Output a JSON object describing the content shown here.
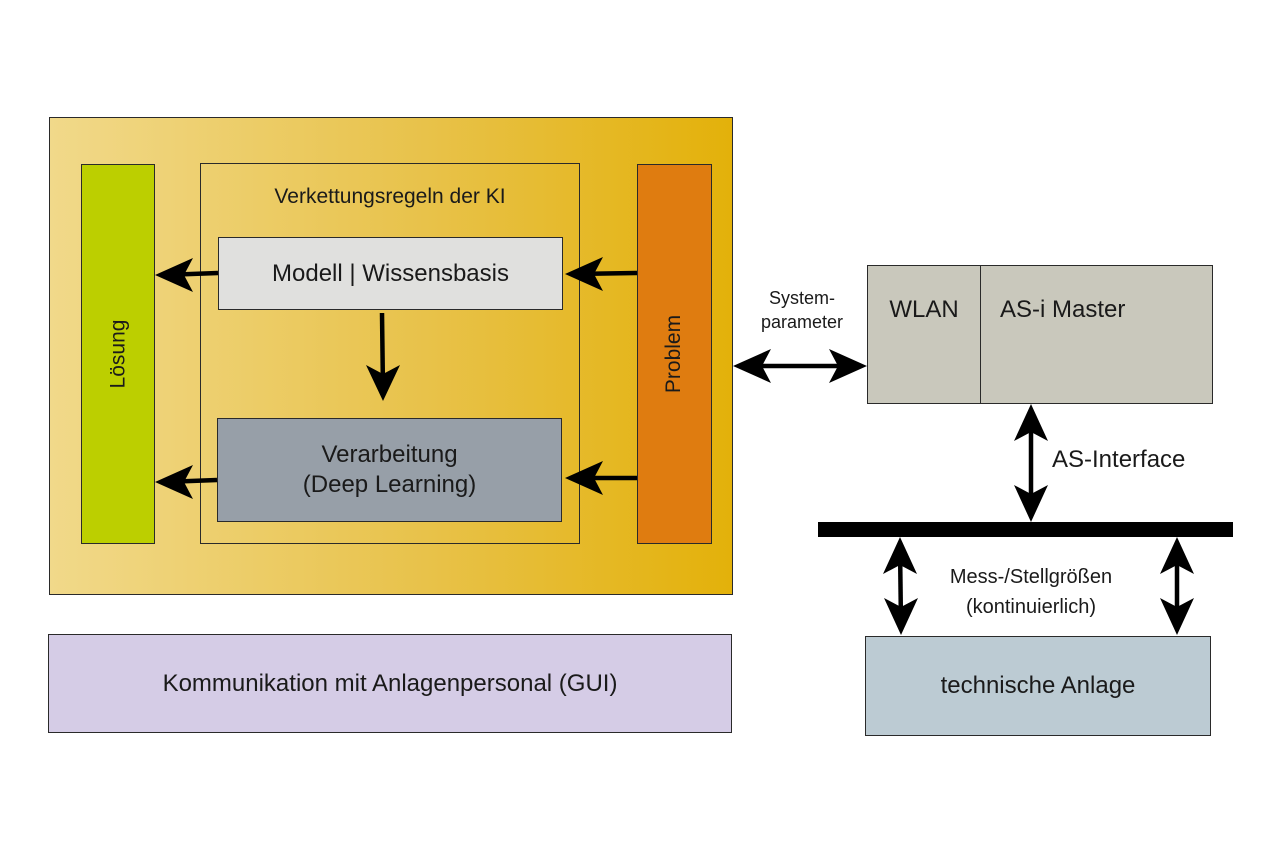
{
  "ki_block": {
    "loesung": "Lösung",
    "problem": "Problem",
    "rules_title": "Verkettungsregeln der KI",
    "modell": "Modell | Wissensbasis",
    "verarbeitung_line1": "Verarbeitung",
    "verarbeitung_line2": "(Deep Learning)"
  },
  "gui": "Kommunikation mit Anlagenpersonal (GUI)",
  "system_parameter": {
    "line1": "System-",
    "line2": "parameter"
  },
  "master": {
    "wlan": "WLAN",
    "asi": "AS-i Master"
  },
  "as_interface": "AS-Interface",
  "mess": {
    "line1": "Mess-/Stellgrößen",
    "line2": "(kontinuierlich)"
  },
  "anlage": "technische Anlage",
  "colors": {
    "loesung": "#bccf00",
    "problem": "#df7c10",
    "modell": "#e0e0de",
    "verarbeitung": "#979fa8",
    "gui": "#d5cce6",
    "master": "#c9c8bc",
    "anlage": "#bccbd3"
  }
}
